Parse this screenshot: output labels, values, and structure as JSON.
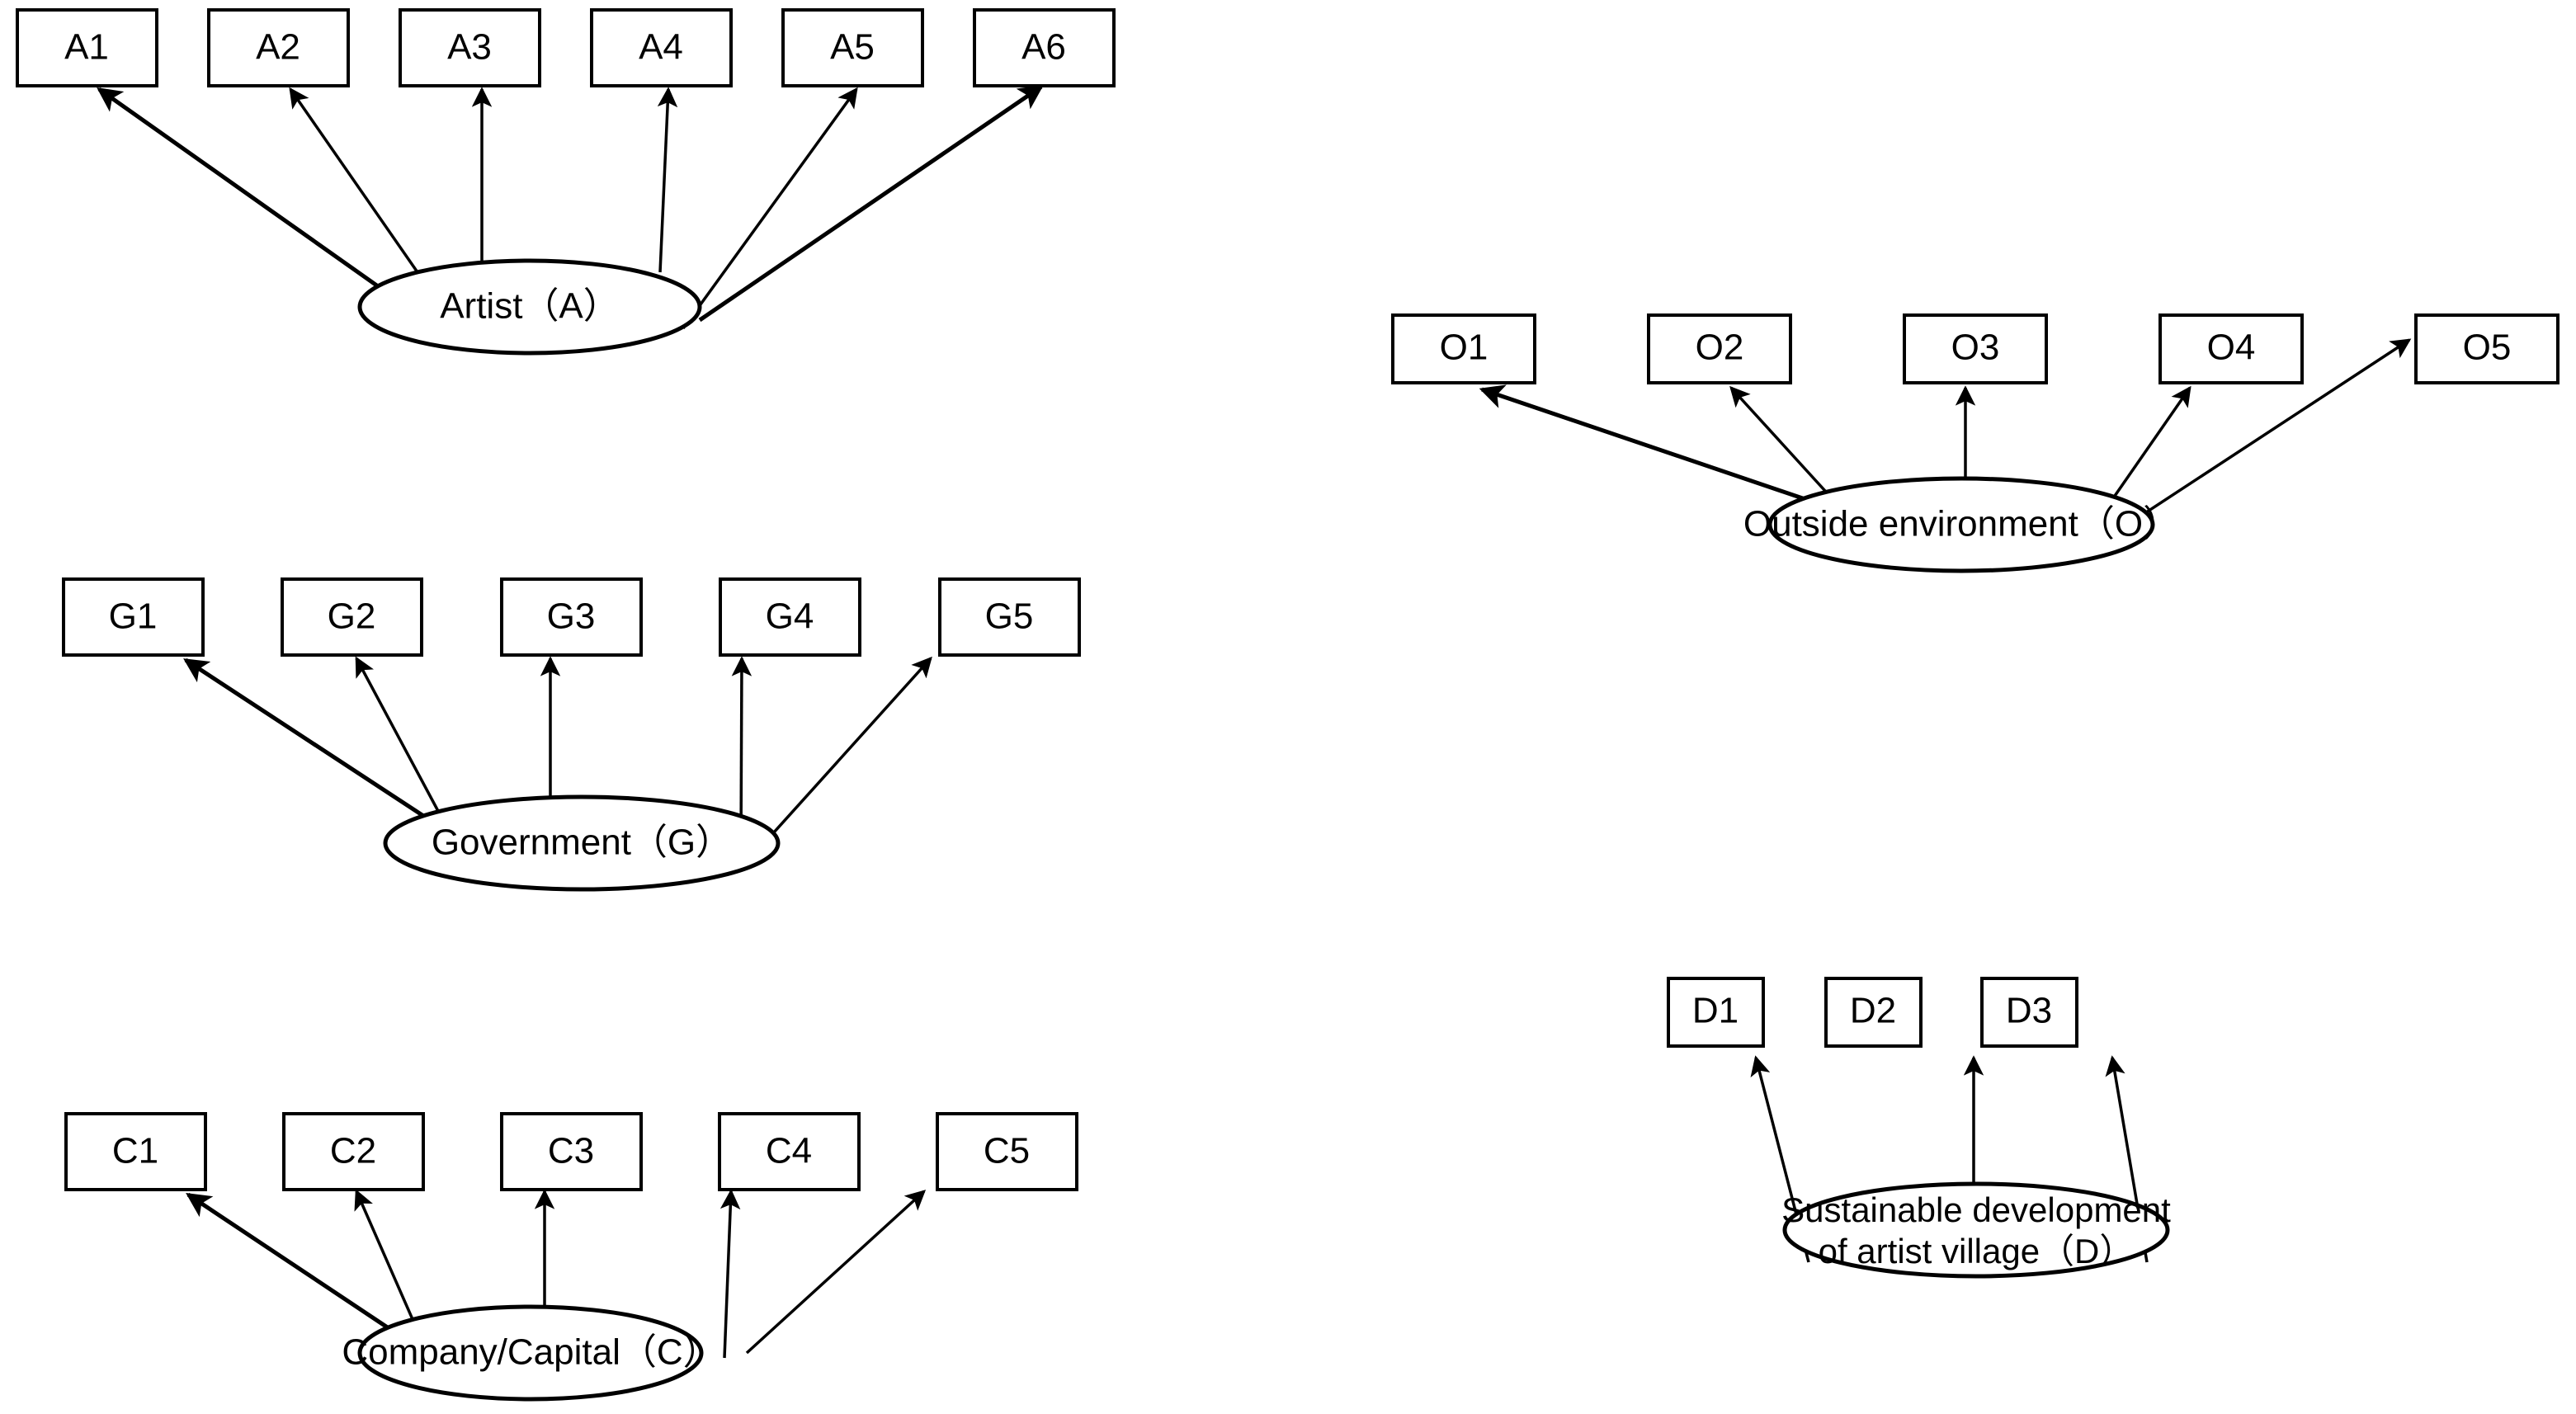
{
  "diagram": {
    "type": "sem-measurement-model",
    "background_color": "#ffffff",
    "stroke_color": "#000000",
    "fill_color": "#ffffff",
    "constructs": [
      {
        "id": "A",
        "label": "Artist（A）",
        "indicators": [
          "A1",
          "A2",
          "A3",
          "A4",
          "A5",
          "A6"
        ],
        "indicator_count": 6
      },
      {
        "id": "G",
        "label": "Government（G）",
        "indicators": [
          "G1",
          "G2",
          "G3",
          "G4",
          "G5"
        ],
        "indicator_count": 5
      },
      {
        "id": "C",
        "label": "Company/Capital（C）",
        "indicators": [
          "C1",
          "C2",
          "C3",
          "C4",
          "C5"
        ],
        "indicator_count": 5
      },
      {
        "id": "O",
        "label": "Outside environment（O）",
        "indicators": [
          "O1",
          "O2",
          "O3",
          "O4",
          "O5"
        ],
        "indicator_count": 5
      },
      {
        "id": "D",
        "label_line1": "Sustainable development",
        "label_line2": "of artist village（D）",
        "label": "Sustainable development of artist village（D）",
        "indicators": [
          "D1",
          "D2",
          "D3"
        ],
        "indicator_count": 3
      }
    ]
  },
  "artist_block": {
    "latent_label": "Artist（A）",
    "boxes": [
      {
        "label": "A1"
      },
      {
        "label": "A2"
      },
      {
        "label": "A3"
      },
      {
        "label": "A4"
      },
      {
        "label": "A5"
      },
      {
        "label": "A6"
      }
    ]
  },
  "government_block": {
    "latent_label": "Government（G）",
    "boxes": [
      {
        "label": "G1"
      },
      {
        "label": "G2"
      },
      {
        "label": "G3"
      },
      {
        "label": "G4"
      },
      {
        "label": "G5"
      }
    ]
  },
  "company_block": {
    "latent_label": "Company/Capital（C）",
    "boxes": [
      {
        "label": "C1"
      },
      {
        "label": "C2"
      },
      {
        "label": "C3"
      },
      {
        "label": "C4"
      },
      {
        "label": "C5"
      }
    ]
  },
  "outside_block": {
    "latent_label": "Outside environment（O）",
    "boxes": [
      {
        "label": "O1"
      },
      {
        "label": "O2"
      },
      {
        "label": "O3"
      },
      {
        "label": "O4"
      },
      {
        "label": "O5"
      }
    ]
  },
  "development_block": {
    "latent_label_line1": "Sustainable development",
    "latent_label_line2": "of artist village（D）",
    "boxes": [
      {
        "label": "D1"
      },
      {
        "label": "D2"
      },
      {
        "label": "D3"
      }
    ]
  }
}
